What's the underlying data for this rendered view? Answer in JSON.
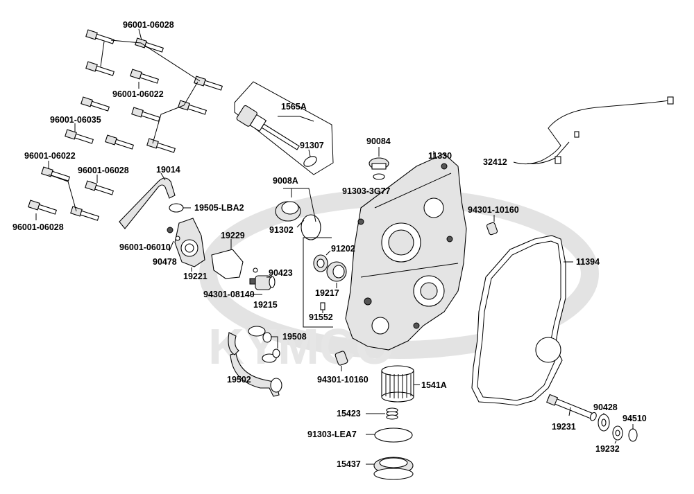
{
  "watermark": "KYMCO",
  "labels": {
    "p96001_06028_a": "96001-06028",
    "p96001_06022_a": "96001-06022",
    "p96001_06035": "96001-06035",
    "p96001_06022_b": "96001-06022",
    "p96001_06028_b": "96001-06028",
    "p96001_06028_c": "96001-06028",
    "p1565A": "1565A",
    "p91307": "91307",
    "p90084": "90084",
    "p11330": "11330",
    "p32412": "32412",
    "p91303_3G77": "91303-3G77",
    "p19014": "19014",
    "p9008A": "9008A",
    "p19505_LBA2": "19505-LBA2",
    "p94301_10160_a": "94301-10160",
    "p91302": "91302",
    "p96001_06010": "96001-06010",
    "p90478": "90478",
    "p19229": "19229",
    "p91202": "91202",
    "p11394": "11394",
    "p19221": "19221",
    "p90423": "90423",
    "p94301_08140": "94301-08140",
    "p19215": "19215",
    "p19217": "19217",
    "p91552": "91552",
    "p19508": "19508",
    "p19502": "19502",
    "p94301_10160_b": "94301-10160",
    "p1541A": "1541A",
    "p15423": "15423",
    "p91303_LEA7": "91303-LEA7",
    "p15437": "15437",
    "p90428": "90428",
    "p94510": "94510",
    "p19231": "19231",
    "p19232": "19232"
  }
}
